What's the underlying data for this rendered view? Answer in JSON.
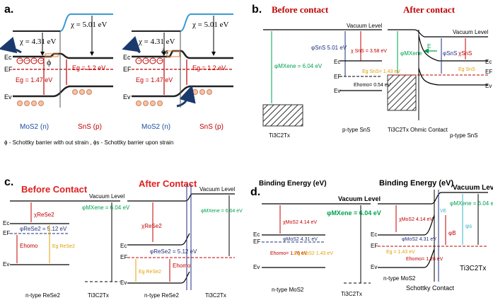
{
  "panels": {
    "a": {
      "tag": "a.",
      "chi_left": "χ = 4.31 eV",
      "chi_right": "χ = 5.01 eV",
      "phi": "ϕ",
      "phi_s": "ϕs",
      "eg_sns": "Eg = 1.2 eV",
      "eg_mos2": "Eg = 1.47 eV",
      "ec": "Ec",
      "ef": "EF",
      "ev": "Ev",
      "mos2": "MoS2 (n)",
      "sns": "SnS (p)",
      "caption": "ϕ - Schottky barrier with out strain , ϕs - Schottky barrier upon strain"
    },
    "b": {
      "tag": "b.",
      "title_before": "Before contact",
      "title_after": "After contact",
      "vacuum": "Vacuum Level",
      "phi_sns": "φSnS 5.01 eV",
      "chi_sns": "χ SnS = 3.58 eV",
      "phi_mxene": "φMXene = 6.04 eV",
      "eg_sns": "Eg SnS= 1.43 eV",
      "ehomo": "Ehomo= 0.54 eV",
      "ec": "Ec",
      "ef": "EF",
      "ev": "Ev",
      "mxene": "Ti3C2Tx",
      "ptype": "p-type SnS",
      "ohmic": "Ohmic Contact",
      "e_arrow": "E",
      "phi_mxene_short": "φMXene",
      "phi_sns_short": "φSnS",
      "chi_sns_short": "χSnS",
      "eg_short": "Eg SnS"
    },
    "c": {
      "tag": "c.",
      "title_before": "Before Contact",
      "title_after": "After Contact",
      "vacuum": "Vacuum Level",
      "chi_rese2": "χReSe2",
      "phi_rese2": "φReSe2 = 5.12 eV",
      "phi_mxene": "φMXene = 6.04 eV",
      "ehomo": "Ehomo",
      "eg": "Eg ReSe2",
      "ec": "Ec",
      "ef": "EF",
      "ev": "Ev",
      "ntype": "n-type ReSe2",
      "mxene": "Ti3C2Tx"
    },
    "d": {
      "tag": "d.",
      "binding_left": "Binding Energy (eV)",
      "binding_right": "Binding Energy (eV)",
      "vacuum": "Vacuum Level",
      "chi_mos2": "χMoS2 4.14 eV",
      "phi_mos2": "φMoS2 4.31 eV",
      "phi_mxene": "φMXene = 6.04 eV",
      "ehomo": "Ehomo= 1.26 eV",
      "eg_mos2": "Eg MoS2 1.43 eV",
      "eg_short": "Eg = 1.43 eV",
      "ehomo_short": "Ehomo= 1.26 eV",
      "ec": "Ec",
      "ef": "EF",
      "ev": "Ev",
      "ntype": "n-type MoS2",
      "mxene": "Ti3C2Tx",
      "schottky": "Schottky Contact",
      "phi_b": "φB",
      "phi_s": "φs",
      "ve": "VE"
    }
  },
  "colors": {
    "red": "#c00000",
    "green": "#00a050",
    "navy": "#1f2f7a",
    "orange": "#e0a000",
    "teal": "#3cb4c8",
    "blue": "#1e4fa0",
    "hole": "#f0b090"
  }
}
